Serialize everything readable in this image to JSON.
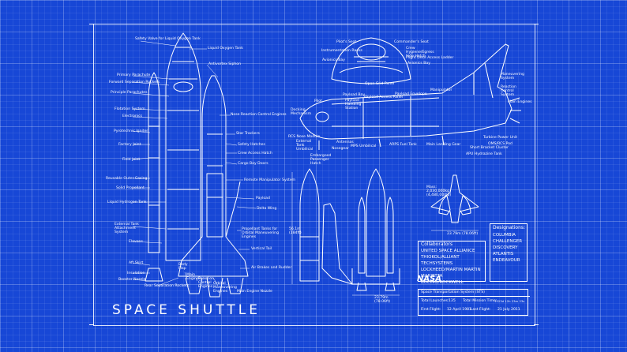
{
  "title": "SPACE SHUTTLE",
  "logo": "NASA",
  "stack_labels": [
    "Safety Valve for Liquid Oxygen Tank",
    "Primary Parachute",
    "Forward Separation Rockets",
    "Principle Parachutes",
    "Flotation System",
    "Electronics",
    "Pyrotechnic Igniter",
    "Factory Joint",
    "Field Joint",
    "Reusable Outer Casing",
    "Solid Propellant",
    "Liquid Hydrogen Tank",
    "External Tank Attachment System",
    "Elevons",
    "Aft Skirt",
    "Insulation",
    "Booster Nozzle",
    "Rear Separation Rockets",
    "Body Flap",
    "Main Engines",
    "Reaction Control Engines",
    "Orbital Maneuvering Engines",
    "Main Engine Nozzle"
  ],
  "right_labels": [
    "Liquid Oxygen Tank",
    "Antivortex Siphon",
    "Nose Reaction Control Engines",
    "Star Trackers",
    "Safety Hatches",
    "Crew Access Hatch",
    "Cargo Bay Doors",
    "Remote Manipulator System",
    "Payload",
    "Delta Wing",
    "Propellant Tanks for Orbital Maneuvering Engines",
    "Vertical Tail",
    "Air Brakes and Rudder"
  ],
  "cabin_labels": [
    "Pilot's Seat",
    "Commander's Seat",
    "Instrumentation Racks",
    "Crew Hygiene/Egress Side Hatch",
    "Avionics Bay",
    "Flight Deck Access Ladder",
    "Avionics Bay",
    "Open Grid Panel"
  ],
  "orbiter_labels": [
    "Payload Bay",
    "Payload Handling Station",
    "Payload Access Panel",
    "Payload Envelope",
    "Manipulator",
    "Docking Mechanism",
    "Pilot",
    "RCS Nose Module",
    "External Tank Umbilical",
    "Antennas",
    "Embargoed Passenger Hatch",
    "Nosegear",
    "MPS Umbilical",
    "ARPS Fuel Tank",
    "Main Landing Gear",
    "APU Hydrazine Tank",
    "Short Bracket Cluster",
    "Turbine Power Unit",
    "OMS/RCS Pod",
    "Maneuvering System",
    "Reaction Control System",
    "Main Engines"
  ],
  "dims": {
    "mass": "Mass: 2,030,000kg (4,480,000lb)",
    "height": "56.1m (184ft)",
    "width": "23.79m (78.06ft)",
    "span": "23.79m (78.06ft)"
  },
  "collaborators": {
    "heading": "Collaborators",
    "items": [
      "UNITED SPACE ALLIANCE",
      "THIOKOL/ALLIANT TECHSYSTEMS",
      "LOCKHEED/MARTIN MARTIN MARIETTA",
      "BOEING/ROCKWELL"
    ]
  },
  "designations": {
    "heading": "Designations:",
    "items": [
      "COLUMBIA",
      "CHALLENGER",
      "DISCOVERY",
      "ATLANTIS",
      "ENDEAVOUR"
    ]
  },
  "info_table": {
    "title": "Space Transportation System (STS)",
    "total_launches_label": "Total Launches:",
    "total_launches": "135",
    "total_mission_time_label": "Total Mission Time:",
    "total_mission_time": "1323d 12h 23m 23s",
    "first_flight_label": "First Flight:",
    "first_flight": "12 April 1981",
    "last_flight_label": "Last Flight:",
    "last_flight": "21 July 2011"
  }
}
